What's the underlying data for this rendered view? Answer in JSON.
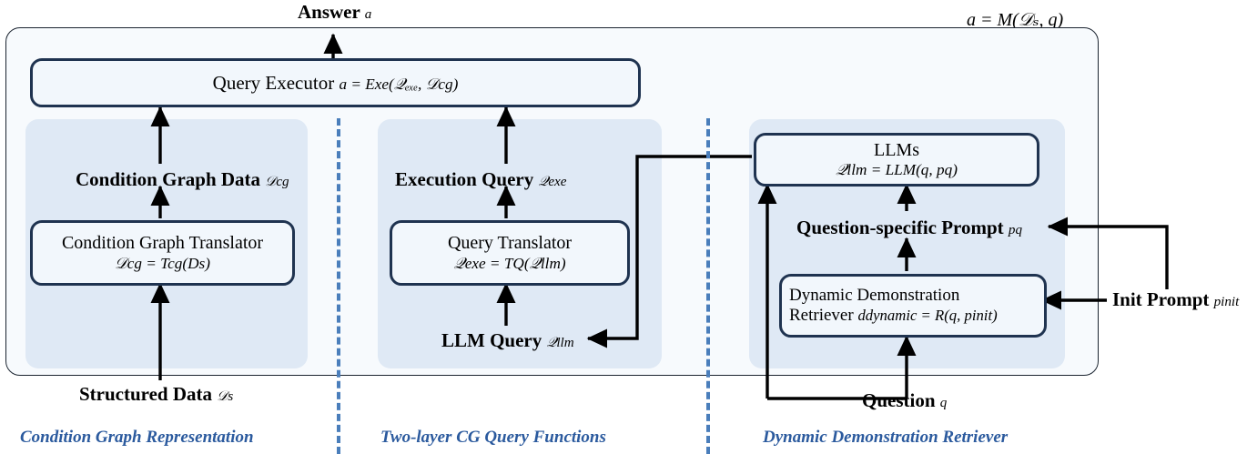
{
  "diagram": {
    "model_formula": "a = M(𝒟ₛ, q)",
    "top_output_label": "Answer",
    "top_output_symbol": "a",
    "boxes": {
      "query_executor": {
        "title": "Query Executor",
        "formula": "a = Exe(𝒬ₑₓₑ, 𝒟cg)"
      },
      "condition_graph_translator": {
        "title": "Condition Graph Translator",
        "formula": "𝒟cg = Tcg(Ds)"
      },
      "query_translator": {
        "title": "Query Translator",
        "formula": "𝒬exe = TQ(𝒬llm)"
      },
      "llms": {
        "title": "LLMs",
        "formula": "𝒬llm = LLM(q, pq)"
      },
      "dynamic_demonstration_retriever": {
        "title_line1": "Dynamic Demonstration",
        "title_line2": "Retriever",
        "formula": "ddynamic = R(q, pinit)"
      }
    },
    "labels": {
      "condition_graph_data": "Condition Graph Data",
      "condition_graph_data_symbol": "𝒟cg",
      "execution_query": "Execution Query",
      "execution_query_symbol": "𝒬exe",
      "llm_query": "LLM Query",
      "llm_query_symbol": "𝒬llm",
      "structured_data": "Structured Data",
      "structured_data_symbol": "𝒟s",
      "question_specific_prompt": "Question-specific Prompt",
      "question_specific_prompt_symbol": "pq",
      "init_prompt": "Init Prompt",
      "init_prompt_symbol": "pinit",
      "question": "Question",
      "question_symbol": "q"
    },
    "captions": {
      "left": "Condition Graph Representation",
      "middle": "Two-layer CG Query Functions",
      "right": "Dynamic Demonstration Retriever"
    },
    "colors": {
      "panel_fill": "#dfe9f5",
      "box_border": "#1f3350",
      "caption_blue": "#2b5a9e",
      "divider_blue": "#4a7ebb",
      "container_fill": "#f7fafd"
    }
  }
}
